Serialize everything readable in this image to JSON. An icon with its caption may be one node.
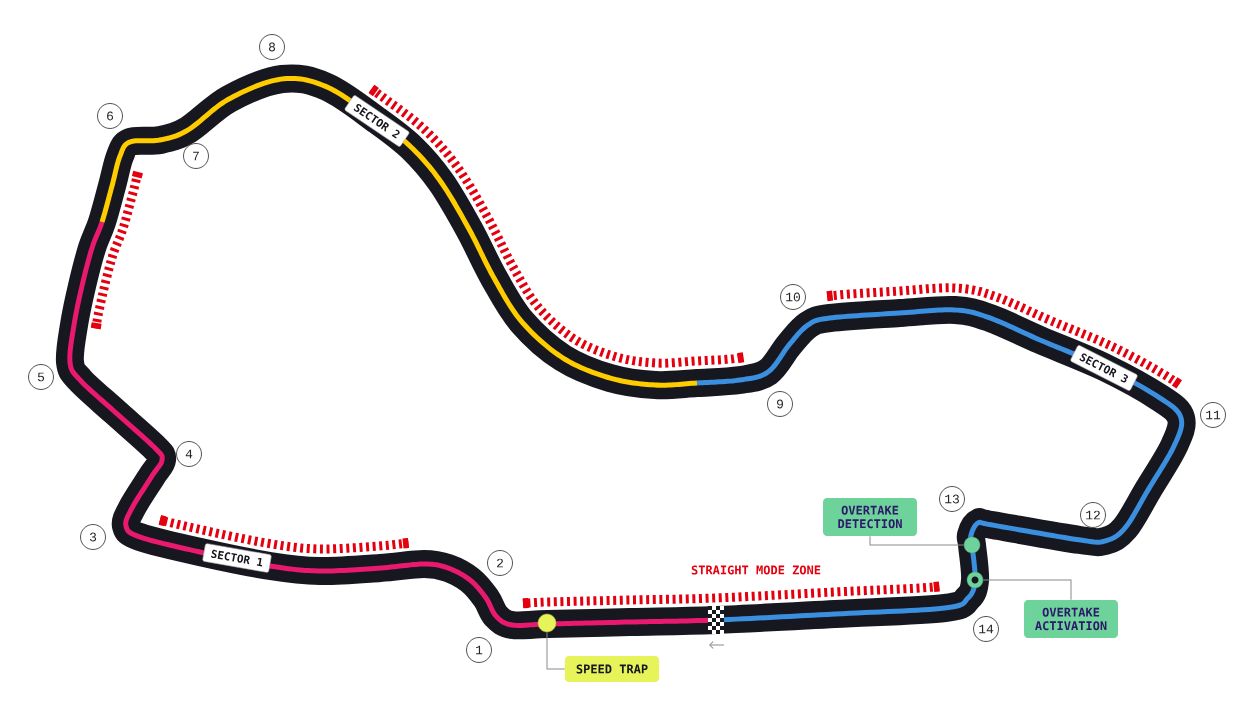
{
  "diagram": {
    "nodes": [
      {
        "text": [
          "1"
        ]
      },
      {
        "text": [
          "2"
        ]
      },
      {
        "text": [
          "3"
        ]
      },
      {
        "text": [
          "4"
        ]
      },
      {
        "text": [
          "5"
        ]
      },
      {
        "text": [
          "6"
        ]
      },
      {
        "text": [
          "7"
        ]
      },
      {
        "text": [
          "8"
        ]
      },
      {
        "text": [
          "9"
        ]
      },
      {
        "text": [
          "10"
        ]
      },
      {
        "text": [
          "11"
        ]
      },
      {
        "text": [
          "12"
        ]
      },
      {
        "text": [
          "13"
        ]
      },
      {
        "text": [
          "14"
        ]
      },
      {
        "text": [
          "SECTOR 1"
        ]
      },
      {
        "text": [
          "SECTOR 2"
        ]
      },
      {
        "text": [
          "SECTOR 3"
        ]
      },
      {
        "text": [
          "SPEED TRAP"
        ]
      },
      {
        "text": [],
        "shape": "circle"
      },
      {
        "text": [
          "OVERTAKE DETECTION"
        ]
      },
      {
        "text": [],
        "shape": "circle"
      },
      {
        "text": [
          "OVERTAKE ACTIVATION"
        ]
      },
      {
        "text": [],
        "shape": "circle"
      }
    ],
    "edges": [
      {
        "from": 17,
        "to": 18,
        "arrow": "none"
      },
      {
        "from": 19,
        "to": 20,
        "arrow": "none"
      },
      {
        "from": 21,
        "to": 22,
        "arrow": "none"
      }
    ],
    "labels": [
      "STRAIGHT MODE ZONE"
    ]
  }
}
